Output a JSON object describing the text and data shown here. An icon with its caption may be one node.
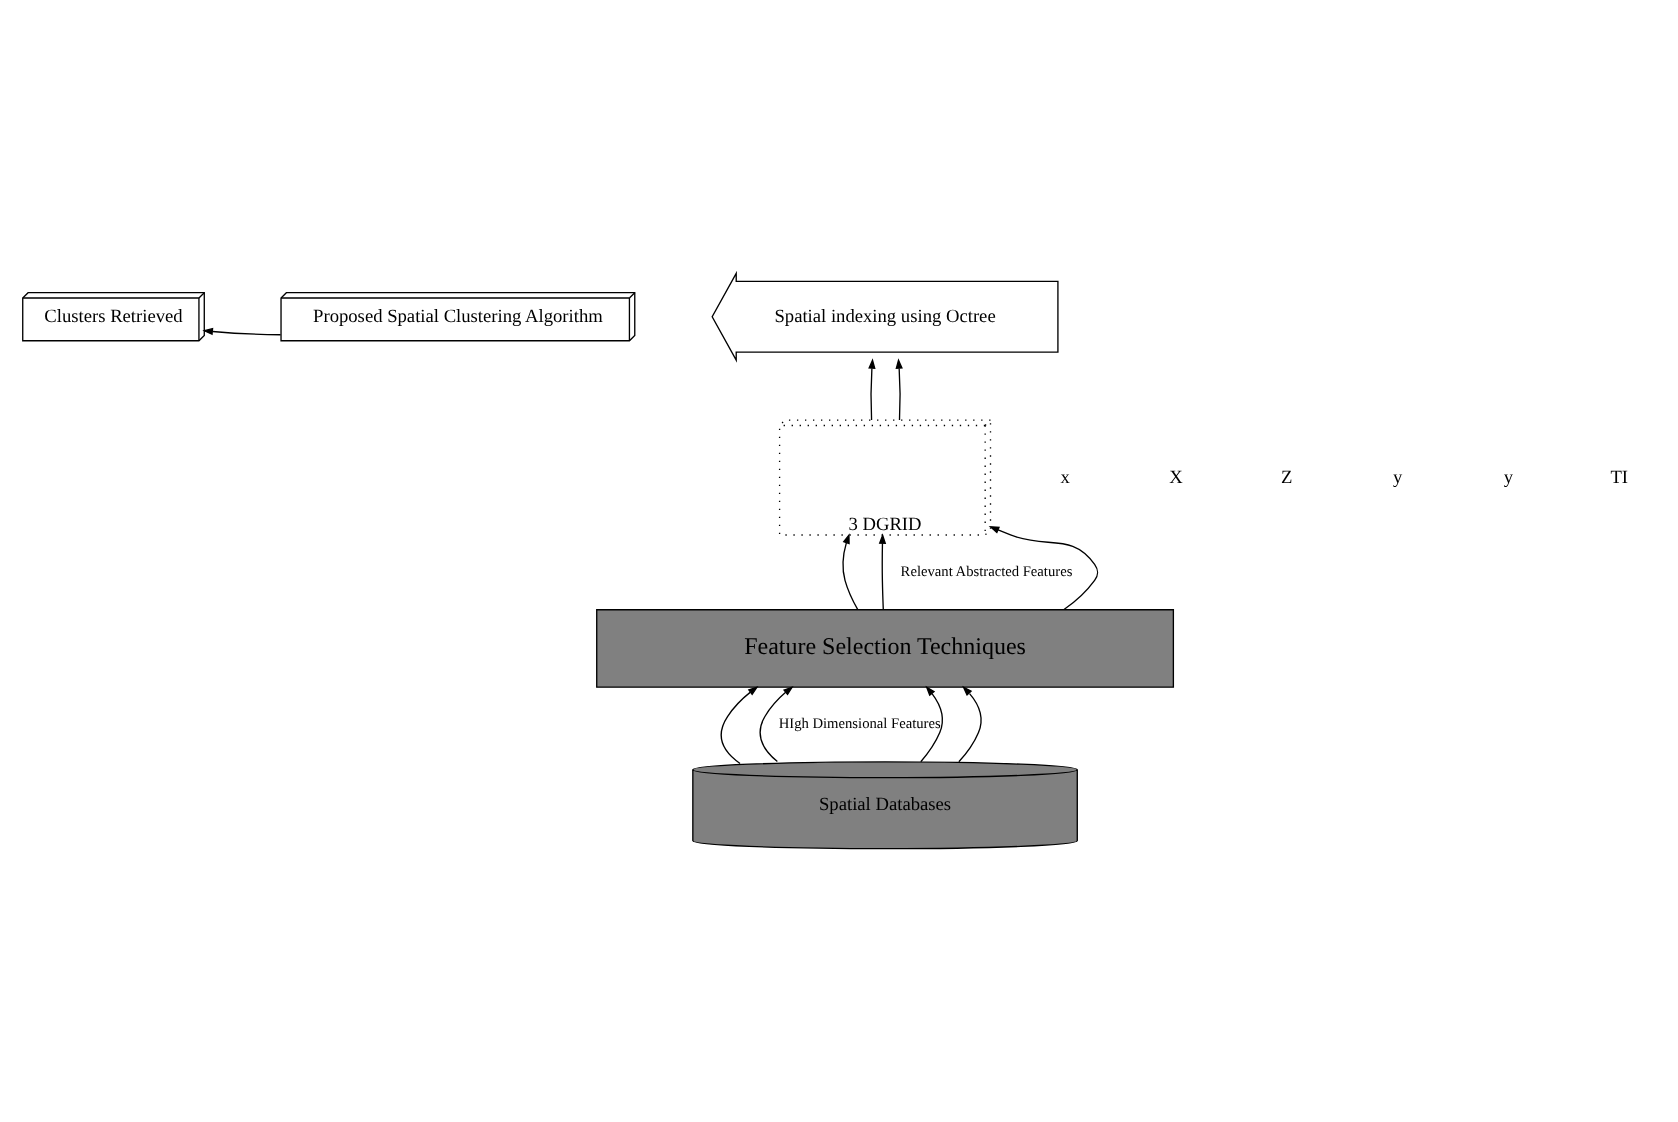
{
  "diagram": {
    "nodes": [
      {
        "text": [
          "Clusters Retrieved"
        ]
      },
      {
        "text": [
          "Proposed Spatial Clustering Algorithm"
        ]
      },
      {
        "text": [
          "Spatial indexing using Octree"
        ]
      },
      {
        "text": [
          "3 DGRID"
        ]
      },
      {
        "text": [
          "Feature Selection Techniques"
        ]
      },
      {
        "text": [
          "Spatial Databases"
        ]
      }
    ],
    "edges": [
      {
        "from": 1,
        "to": 0,
        "arrow": "to"
      },
      {
        "from": 3,
        "to": 2,
        "arrow": "to"
      },
      {
        "from": 3,
        "to": 2,
        "arrow": "to"
      },
      {
        "from": 4,
        "to": 3,
        "arrow": "to"
      },
      {
        "from": 4,
        "to": 3,
        "arrow": "to",
        "label": "Relevant Abstracted Features"
      },
      {
        "from": 4,
        "to": 3,
        "arrow": "to"
      },
      {
        "from": 5,
        "to": 4,
        "arrow": "to"
      },
      {
        "from": 5,
        "to": 4,
        "arrow": "to",
        "label": "HIgh Dimensional Features"
      },
      {
        "from": 5,
        "to": 4,
        "arrow": "to"
      },
      {
        "from": 5,
        "to": 4,
        "arrow": "to"
      }
    ],
    "labels": [
      "x",
      "X",
      "Z",
      "y",
      "y",
      "TI"
    ]
  }
}
